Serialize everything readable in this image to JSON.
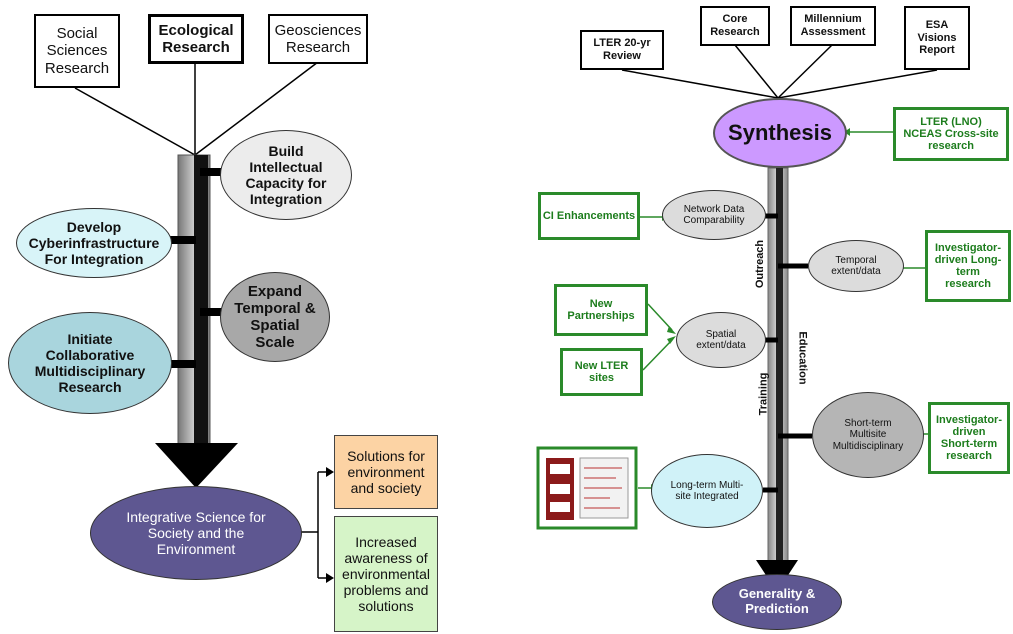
{
  "left": {
    "sources": [
      "Social Sciences Research",
      "Ecological Research",
      "Geosciences Research"
    ],
    "build": "Build Intellectual Capacity for Integration",
    "develop": "Develop Cyberinfrastructure For Integration",
    "expand": "Expand Temporal & Spatial Scale",
    "initiate": "Initiate Collaborative Multidisciplinary Research",
    "integrative": "Integrative Science for Society and the Environment",
    "solutions": "Solutions for environment and society",
    "awareness": "Increased awareness of environmental problems and solutions"
  },
  "right": {
    "sources": [
      "LTER 20-yr Review",
      "Core Research",
      "Millennium Assessment",
      "ESA Visions Report"
    ],
    "synthesis": "Synthesis",
    "lter_lno": "LTER (LNO) NCEAS Cross-site research",
    "ci": "CI Enhancements",
    "network": "Network Data Comparability",
    "temporal": "Temporal extent/data",
    "inv_long": "Investigator-driven Long-term research",
    "new_partnerships": "New Partnerships",
    "spatial": "Spatial extent/data",
    "new_lter": "New LTER sites",
    "shortterm": "Short-term Multisite Multidisciplinary",
    "inv_short": "Investigator-driven Short-term research",
    "longterm": "Long-term Multi-site Integrated",
    "generality": "Generality & Prediction",
    "outreach": "Outreach",
    "education": "Education",
    "training": "Training"
  }
}
